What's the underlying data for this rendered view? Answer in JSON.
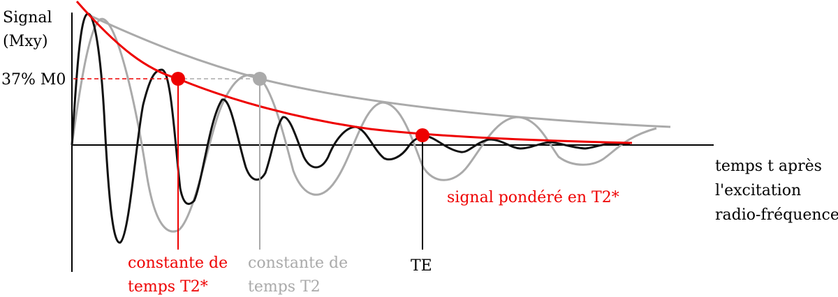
{
  "colors": {
    "t2star": "#ee0000",
    "t2": "#aaaaaa",
    "signal": "#111111",
    "axis": "#000000"
  },
  "labels": {
    "y_axis_line1": "Signal",
    "y_axis_line2": "(Mxy)",
    "level_37": "37% M0",
    "x_axis_line1": "temps t après",
    "x_axis_line2": "l'excitation",
    "x_axis_line3": "radio-fréquence",
    "weighted_signal": "signal pondéré en T2*",
    "t2star_const_line1": "constante de",
    "t2star_const_line2": "temps T2*",
    "t2_const_line1": "constante de",
    "t2_const_line2": "temps T2",
    "te": "TE"
  }
}
